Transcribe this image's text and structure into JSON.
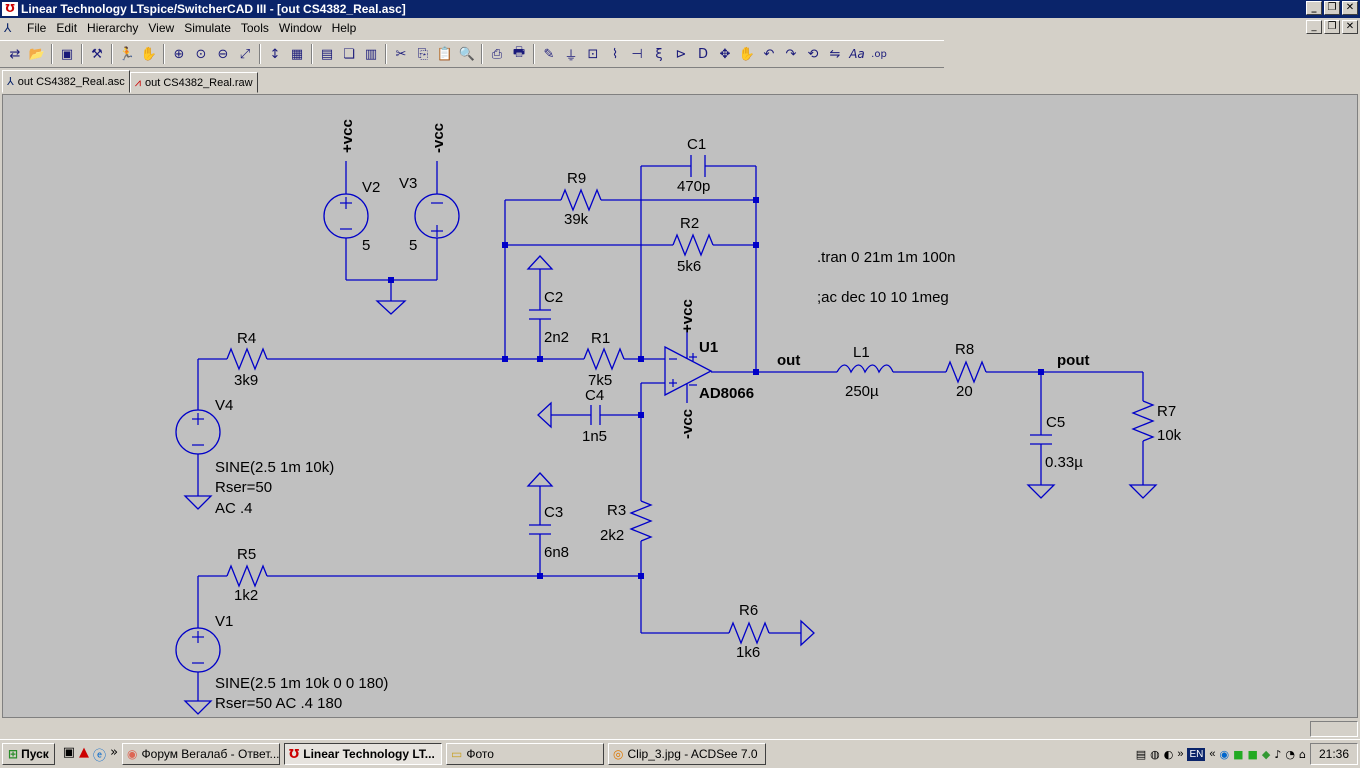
{
  "window": {
    "title": "Linear Technology LTspice/SwitcherCAD III - [out CS4382_Real.asc]"
  },
  "menu": [
    "File",
    "Edit",
    "Hierarchy",
    "View",
    "Simulate",
    "Tools",
    "Window",
    "Help"
  ],
  "toolbar_icons": [
    "hierarchy-icon",
    "open-icon",
    "save-icon",
    "hammer-icon",
    "run-icon",
    "hand-icon",
    "zoom-in-icon",
    "zoom-fit-icon",
    "zoom-out-icon",
    "zoom-extents-icon",
    "autorange-icon",
    "grid-icon",
    "tile-vertical-icon",
    "cascade-icon",
    "tile-horizontal-icon",
    "cut-icon",
    "copy-icon",
    "paste-icon",
    "find-icon",
    "print-preview-icon",
    "print-icon",
    "wire-icon",
    "ground-icon",
    "label-icon",
    "resistor-icon",
    "capacitor-icon",
    "inductor-icon",
    "diode-icon",
    "component-icon",
    "move-icon",
    "drag-icon",
    "undo-icon",
    "redo-icon",
    "rotate-icon",
    "mirror-icon",
    "text-icon",
    "spice-directive-icon"
  ],
  "tabs": [
    {
      "label": "out CS4382_Real.asc",
      "icon": "schematic-icon"
    },
    {
      "label": "out CS4382_Real.raw",
      "icon": "waveform-icon"
    }
  ],
  "schematic": {
    "labels": {
      "vcc_pos": "+vcc",
      "vcc_neg": "-vcc",
      "V2": "V2",
      "V2_val": "5",
      "V3": "V3",
      "V3_val": "5",
      "C1": "C1",
      "C1_val": "470p",
      "R9": "R9",
      "R9_val": "39k",
      "R2": "R2",
      "R2_val": "5k6",
      "C2": "C2",
      "C2_val": "2n2",
      "R1": "R1",
      "R1_val": "7k5",
      "U1": "U1",
      "U1_val": "AD8066",
      "u1_vcc_pos": "+vcc",
      "u1_vcc_neg": "-vcc",
      "C4": "C4",
      "C4_val": "1n5",
      "R4": "R4",
      "R4_val": "3k9",
      "V4": "V4",
      "V4_l1": "SINE(2.5 1m 10k)",
      "V4_l2": "Rser=50",
      "V4_l3": "AC .4",
      "C3": "C3",
      "C3_val": "6n8",
      "R3": "R3",
      "R3_val": "2k2",
      "R5": "R5",
      "R5_val": "1k2",
      "V1": "V1",
      "V1_l1": "SINE(2.5 1m 10k 0 0 180)",
      "V1_l2": "Rser=50 AC .4 180",
      "R6": "R6",
      "R6_val": "1k6",
      "net_out": "out",
      "net_pout": "pout",
      "L1": "L1",
      "L1_val": "250µ",
      "R8": "R8",
      "R8_val": "20",
      "C5": "C5",
      "C5_val": "0.33µ",
      "R7": "R7",
      "R7_val": "10k",
      "tran": ".tran 0 21m 1m 100n",
      "ac": ";ac dec 10 10 1meg"
    },
    "colors": {
      "wire": "#0000c8",
      "background": "#c0c0c0"
    }
  },
  "taskbar": {
    "start": "Пуск",
    "tasks": [
      {
        "label": "Форум Вегалаб - Ответ...",
        "icon": "firefox-icon",
        "active": false
      },
      {
        "label": "Linear Technology LT...",
        "icon": "ltspice-icon",
        "active": true
      },
      {
        "label": "Фото",
        "icon": "folder-icon",
        "active": false
      },
      {
        "label": "Clip_3.jpg - ACDSee 7.0",
        "icon": "acdsee-icon",
        "active": false
      }
    ],
    "lang": "EN",
    "clock": "21:36"
  }
}
